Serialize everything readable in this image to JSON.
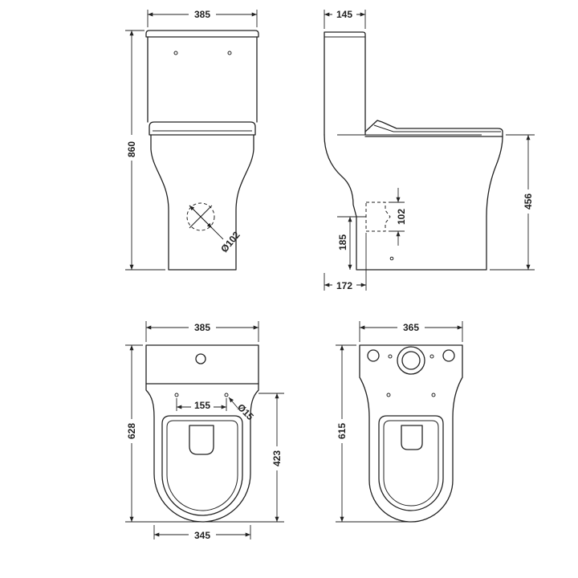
{
  "front_view": {
    "width_label": "385",
    "height_label": "860",
    "outlet_label": "Ø102"
  },
  "side_view": {
    "tank_depth_label": "145",
    "seat_height_label": "456",
    "outlet_height_label": "185",
    "outlet_diameter_label": "102",
    "outlet_offset_label": "172"
  },
  "top_view": {
    "width_label": "385",
    "fixing_spacing_label": "155",
    "fixing_diameter_label": "Ø15",
    "total_depth_label": "628",
    "pan_depth_label": "423",
    "base_width_label": "345"
  },
  "underside_view": {
    "width_label": "365",
    "depth_label": "615"
  }
}
